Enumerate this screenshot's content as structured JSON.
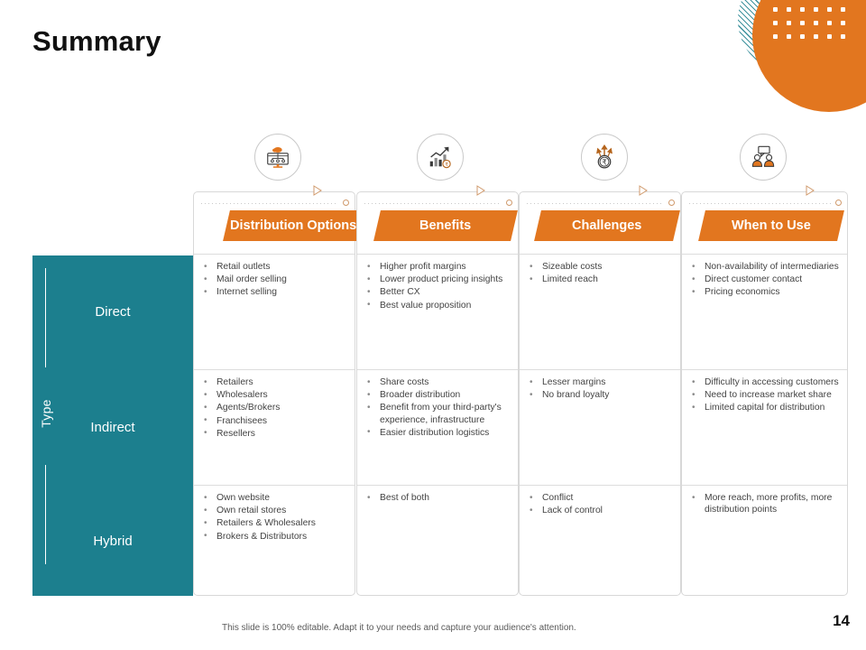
{
  "slide": {
    "title": "Summary",
    "page_number": "14",
    "footer_note": "This slide is 100% editable. Adapt it to your needs and capture your audience's attention.",
    "accent_orange": "#e2761f",
    "accent_teal": "#1c7f8e"
  },
  "decor": {
    "stripes_name": "striped-quarter-circle",
    "circle_name": "orange-circle",
    "dot_count": 18
  },
  "type_axis": {
    "axis_label": "Type",
    "rows": [
      {
        "label": "Direct"
      },
      {
        "label": "Indirect"
      },
      {
        "label": "Hybrid"
      }
    ]
  },
  "columns": [
    {
      "header": "Distribution Options",
      "icon": "distribution-network-monitor-icon",
      "cells": [
        [
          "Retail outlets",
          "Mail order selling",
          "Internet selling"
        ],
        [
          "Retailers",
          "Wholesalers",
          "Agents/Brokers",
          "Franchisees",
          "Resellers"
        ],
        [
          "Own website",
          "Own retail stores",
          "Retailers & Wholesalers",
          "Brokers & Distributors"
        ]
      ]
    },
    {
      "header": "Benefits",
      "icon": "growth-chart-coin-icon",
      "cells": [
        [
          "Higher profit margins",
          "Lower product pricing insights",
          "Better CX",
          "Best value proposition"
        ],
        [
          "Share costs",
          "Broader distribution",
          "Benefit from your third-party's experience, infrastructure",
          "Easier distribution logistics"
        ],
        [
          "Best of both"
        ]
      ]
    },
    {
      "header": "Challenges",
      "icon": "rupee-coin-arrows-icon",
      "cells": [
        [
          "Sizeable costs",
          "Limited reach"
        ],
        [
          "Lesser margins",
          "No brand loyalty"
        ],
        [
          "Conflict",
          "Lack of control"
        ]
      ]
    },
    {
      "header": "When to Use",
      "icon": "two-people-conversation-icon",
      "cells": [
        [
          "Non-availability of intermediaries",
          "Direct customer contact",
          "Pricing economics"
        ],
        [
          "Difficulty in accessing customers",
          "Need to increase market share",
          "Limited capital for distribution"
        ],
        [
          "More reach, more profits, more distribution points"
        ]
      ]
    }
  ]
}
